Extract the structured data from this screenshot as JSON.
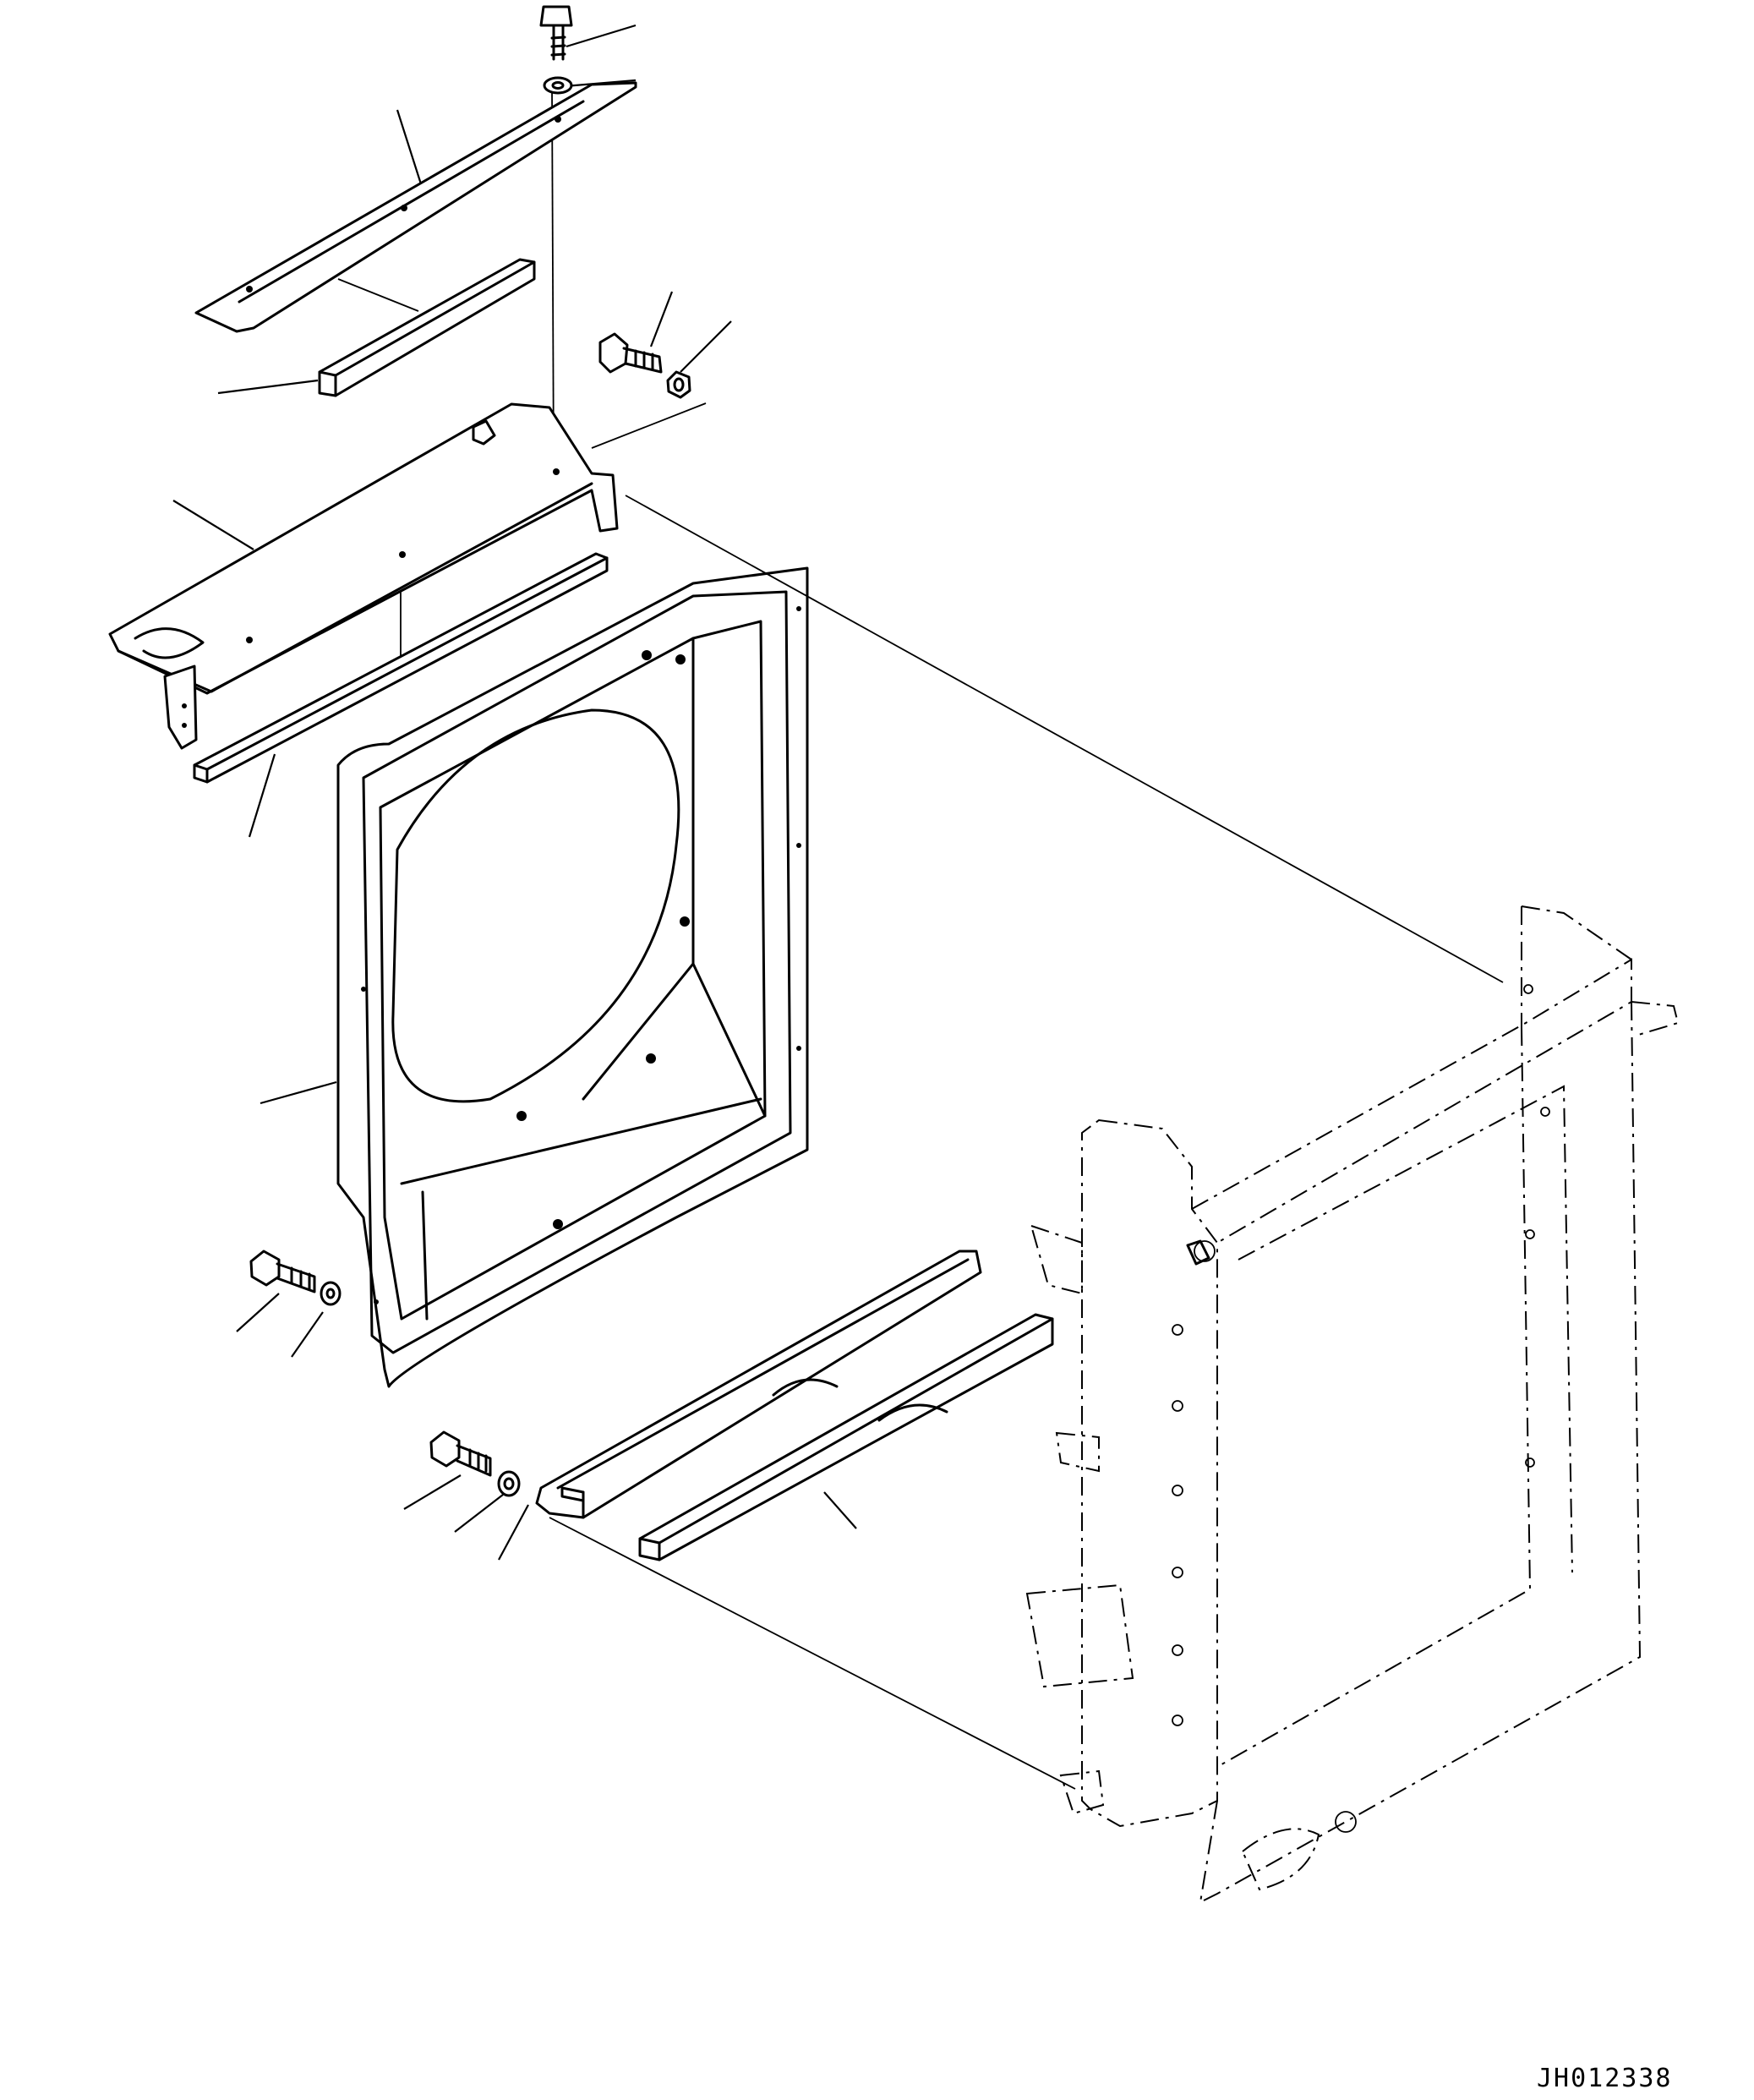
{
  "drawing": {
    "code": "JH012338",
    "background": "#ffffff",
    "line_color": "#000000"
  },
  "parts": [
    {
      "id": "bolt-top"
    },
    {
      "id": "washer-top"
    },
    {
      "id": "top-cover-plate"
    },
    {
      "id": "top-seal-block"
    },
    {
      "id": "upper-shroud-cover"
    },
    {
      "id": "upper-seal-strip"
    },
    {
      "id": "fan-shroud"
    },
    {
      "id": "bolt-mid"
    },
    {
      "id": "nut-mid"
    },
    {
      "id": "bolt-left"
    },
    {
      "id": "washer-left"
    },
    {
      "id": "bolt-bottom"
    },
    {
      "id": "washer-bottom"
    },
    {
      "id": "lower-bracket"
    },
    {
      "id": "lower-seal-block"
    },
    {
      "id": "radiator-frame"
    }
  ]
}
